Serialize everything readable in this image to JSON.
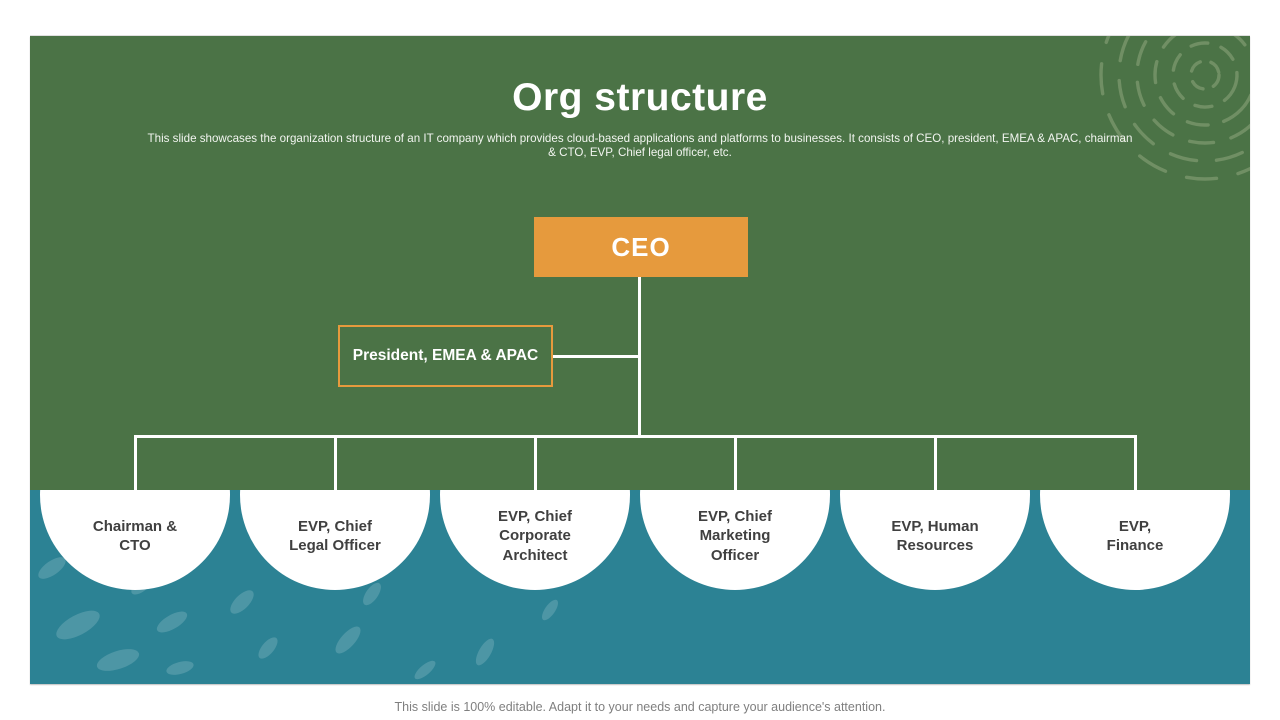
{
  "slide": {
    "title": "Org structure",
    "subtitle": "This slide showcases the organization structure of an IT company which provides cloud-based applications and platforms to businesses. It consists of CEO, president, EMEA & APAC, chairman & CTO, EVP,  Chief legal officer, etc.",
    "footer": "This slide is 100% editable. Adapt it to your needs and capture your audience's attention."
  },
  "org_chart": {
    "root": {
      "label": "CEO"
    },
    "side_node": {
      "label": "President, EMEA & APAC"
    },
    "children": [
      {
        "label": "Chairman & CTO"
      },
      {
        "label": "EVP, Chief Legal Officer"
      },
      {
        "label": "EVP, Chief Corporate Architect"
      },
      {
        "label": "EVP, Chief Marketing Officer"
      },
      {
        "label": "EVP, Human Resources"
      },
      {
        "label": "EVP, Finance"
      }
    ]
  },
  "colors": {
    "green": "#4B7346",
    "teal": "#2C8294",
    "orange": "#E69A3D",
    "circle_text": "#404040",
    "footer_text": "#7F7F7F"
  }
}
